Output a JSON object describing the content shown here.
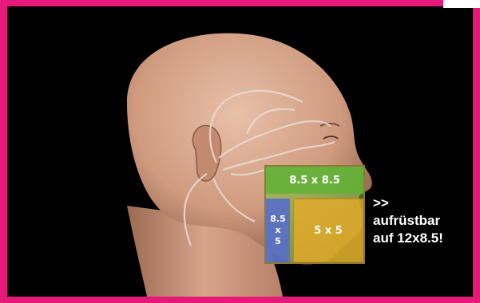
{
  "colors": {
    "frame": "#e6197a",
    "background": "#000000",
    "skin": "#d8a58a",
    "fov_large": "#60b236",
    "fov_small": "#e6aa28",
    "fov_side": "#5a6ec8"
  },
  "icons": {
    "head": "head-illustration-icon"
  },
  "fov": {
    "large_label": "8.5 x 8.5",
    "side_line1": "8.5",
    "side_line2": "x",
    "side_line3": "5",
    "small_label": "5 x 5"
  },
  "upgrade_note": {
    "line1": ">>",
    "line2": "aufrüstbar",
    "line3": "auf 12x8.5!"
  }
}
